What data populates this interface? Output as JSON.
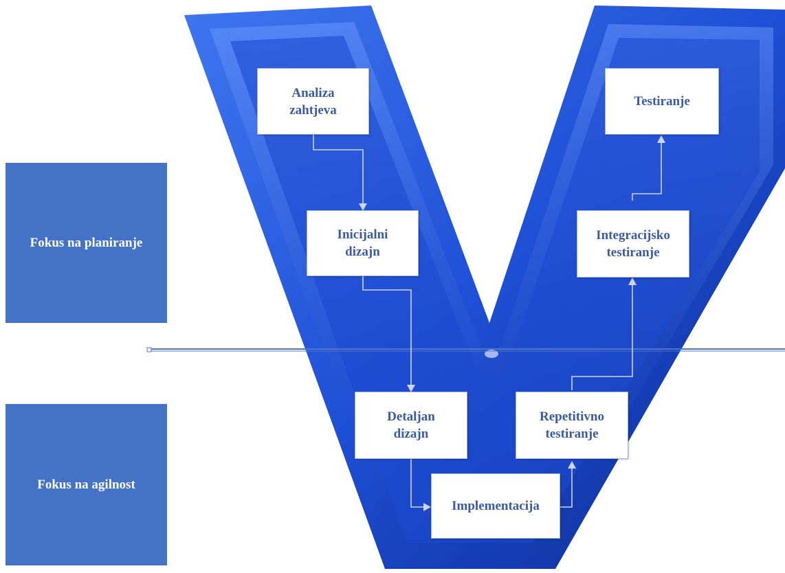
{
  "side_labels": {
    "planning": "Fokus na planiranje",
    "agility": "Fokus na agilnost"
  },
  "steps": {
    "requirements_analysis": [
      "Analiza",
      "zahtjeva"
    ],
    "initial_design": [
      "Inicijalni",
      "dizajn"
    ],
    "detailed_design": [
      "Detaljan",
      "dizajn"
    ],
    "implementation": [
      "Implementacija"
    ],
    "repetitive_testing": [
      "Repetitivno",
      "testiranje"
    ],
    "integration_testing": [
      "Integracijsko",
      "testiranje"
    ],
    "testing": [
      "Testiranje"
    ]
  },
  "colors": {
    "v_shape": "#1f4fd6",
    "v_shape_dark": "#0b2a8f",
    "side_box": "#4472c4",
    "step_text": "#3b5aa4",
    "connector": "#c9d6ee",
    "divider": "#4f75c9"
  }
}
